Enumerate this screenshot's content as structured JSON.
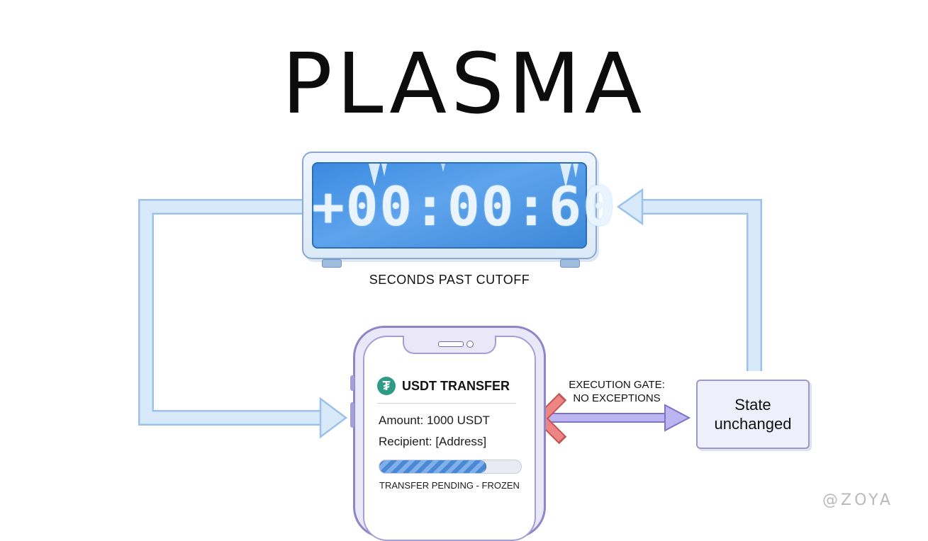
{
  "title": "PLASMA",
  "timer": {
    "display": "+00:00:60",
    "caption": "SECONDS PAST CUTOFF"
  },
  "phone": {
    "header": "USDT TRANSFER",
    "token_icon": "tether-icon",
    "amount": "Amount: 1000 USDT",
    "recipient": "Recipient: [Address]",
    "progress_fraction": 0.75,
    "status": "TRANSFER PENDING - FROZEN"
  },
  "gate": {
    "label_line1": "EXECUTION GATE:",
    "label_line2": "NO EXCEPTIONS"
  },
  "state_box": {
    "line1": "State",
    "line2": "unchanged"
  },
  "watermark": "@ZOYA",
  "colors": {
    "loop_arrow": "#c8dff7",
    "loop_arrow_border": "#9cc2ec",
    "gate_arrow": "#b8aef0",
    "reject_x": "#e57b7b",
    "timer_screen": "#4a94e4",
    "tether_green": "#2e9c83"
  }
}
